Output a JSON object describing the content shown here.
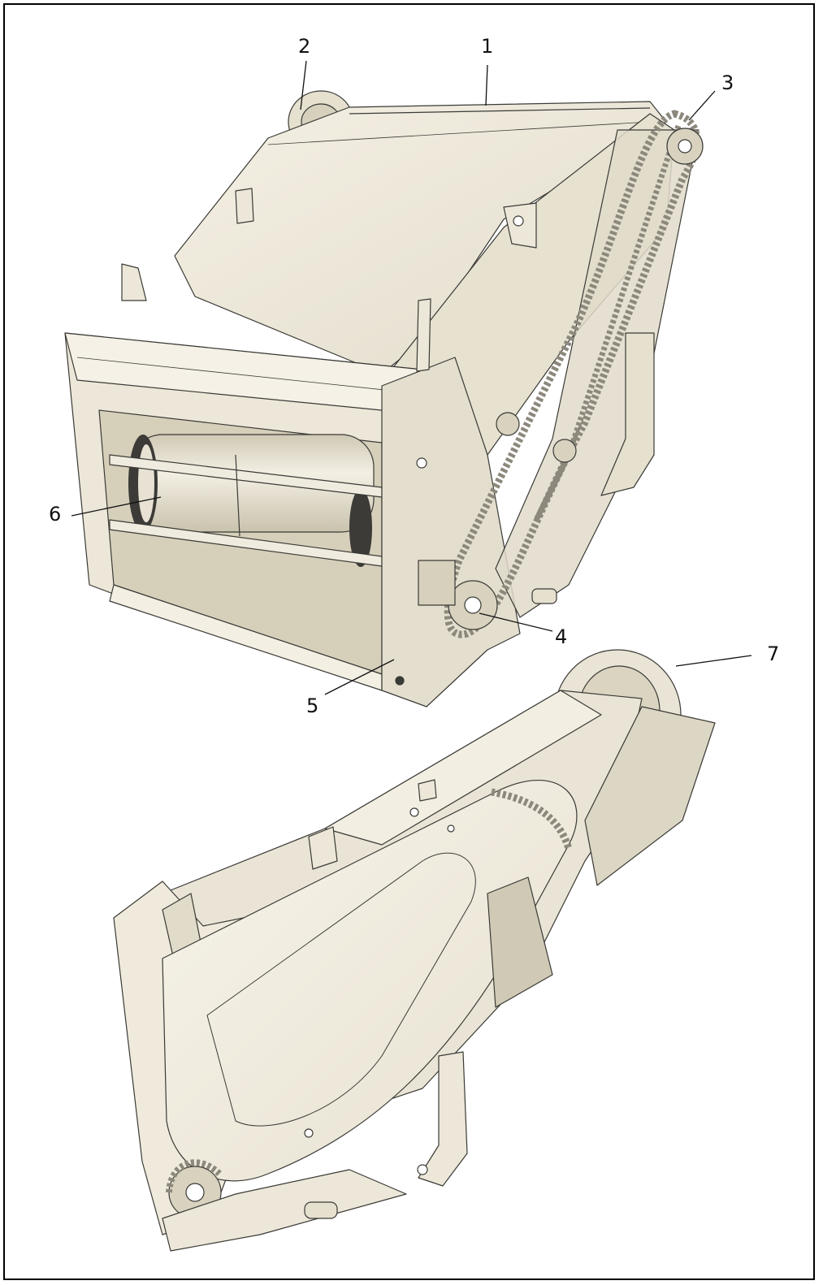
{
  "diagram": {
    "callouts": [
      {
        "id": "1",
        "label": "1"
      },
      {
        "id": "2",
        "label": "2"
      },
      {
        "id": "3",
        "label": "3"
      },
      {
        "id": "4",
        "label": "4"
      },
      {
        "id": "5",
        "label": "5"
      },
      {
        "id": "6",
        "label": "6"
      },
      {
        "id": "7",
        "label": "7"
      }
    ],
    "colors": {
      "body": "#efeadb",
      "shade": "#d9d3c0",
      "dark": "#bdb6a1",
      "line": "#3a3a36",
      "chain": "#8d887c"
    }
  }
}
